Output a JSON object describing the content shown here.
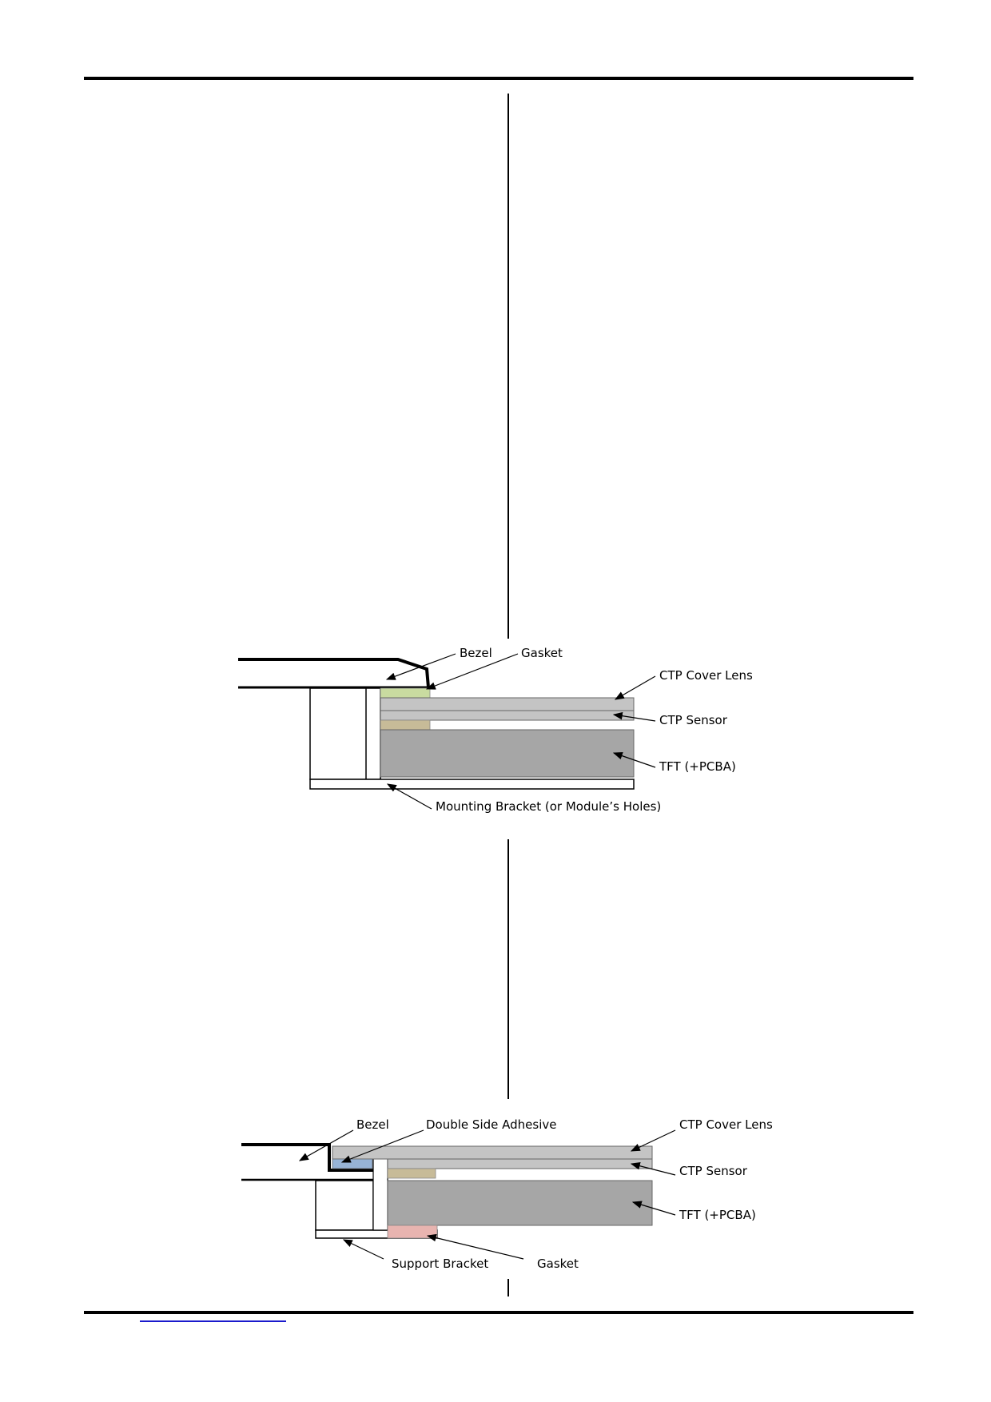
{
  "diagram_top": {
    "labels": {
      "bezel": "Bezel",
      "gasket": "Gasket",
      "cover_lens": "CTP Cover Lens",
      "sensor": "CTP Sensor",
      "tft": "TFT (+PCBA)",
      "bracket": "Mounting Bracket (or Module’s Holes)"
    },
    "colors": {
      "gasket": "#c9dba0",
      "adhesive": "#c7bb98",
      "lens": "#c4c4c4",
      "sensor": "#c4c4c4",
      "tft": "#a6a6a6"
    }
  },
  "diagram_bottom": {
    "labels": {
      "bezel": "Bezel",
      "adhesive": "Double Side Adhesive",
      "cover_lens": "CTP Cover Lens",
      "sensor": "CTP Sensor",
      "tft": "TFT (+PCBA)",
      "support": "Support Bracket",
      "gasket": "Gasket"
    },
    "colors": {
      "adhesive_blue": "#97b3d6",
      "adhesive_tan": "#c7bb98",
      "gasket": "#e8b4b0",
      "lens": "#c4c4c4",
      "tft": "#a6a6a6"
    }
  }
}
